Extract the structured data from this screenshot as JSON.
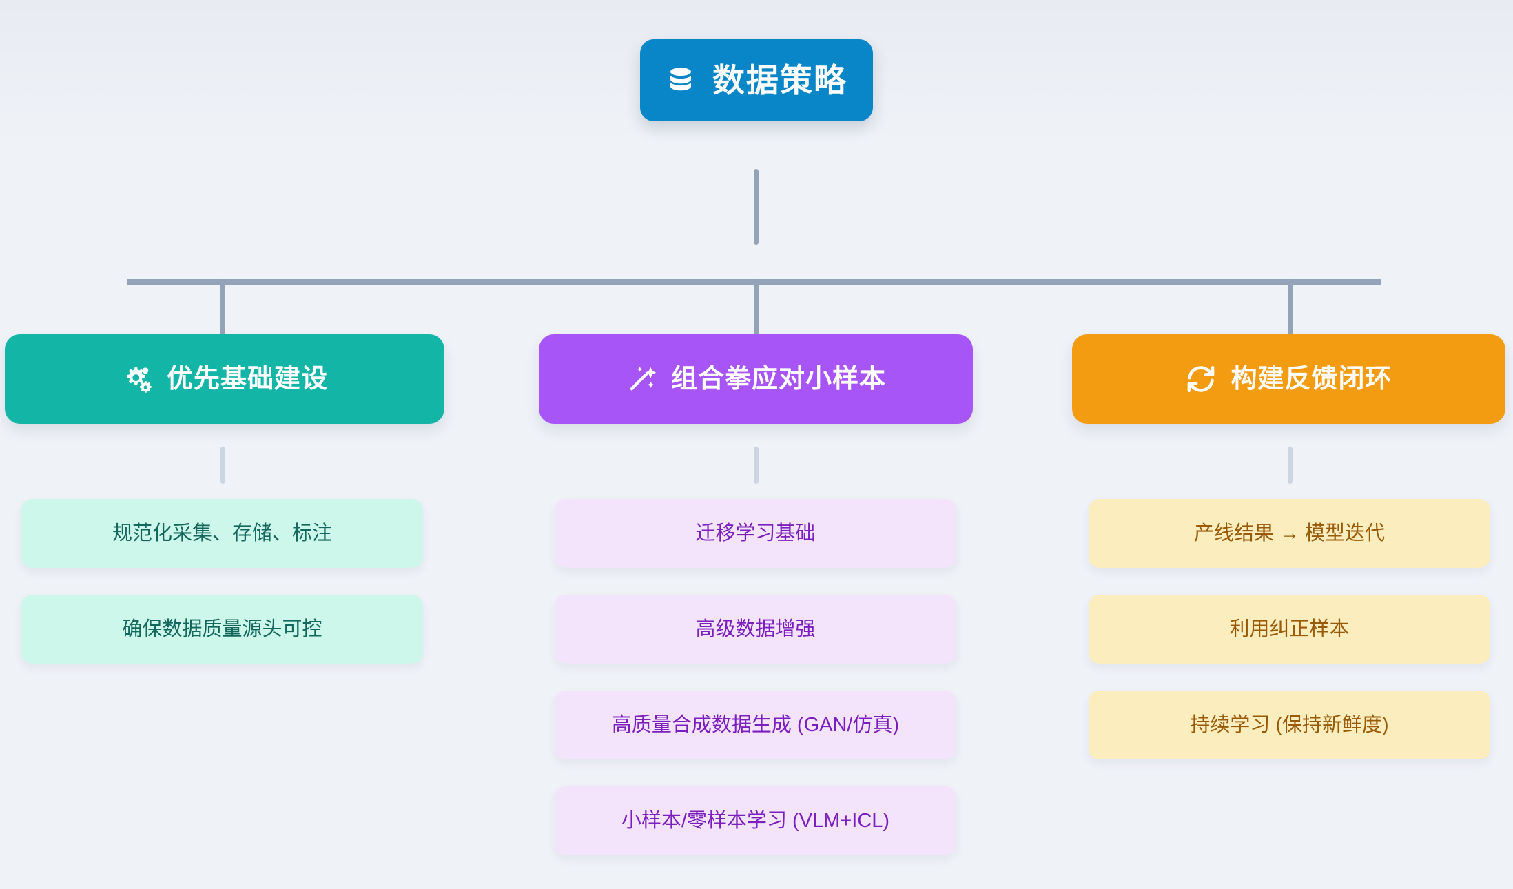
{
  "diagram": {
    "title": "数据策略",
    "background_color": "#eff2f7",
    "connector_color": "#93a3b8",
    "leaf_connector_color": "#ccd6e3"
  },
  "root": {
    "label": "数据策略",
    "icon": "database-icon",
    "color": "#0886c8",
    "text_color": "#ffffff"
  },
  "branches": [
    {
      "label": "优先基础建设",
      "icon": "gears-icon",
      "color": "#13b5a6",
      "text_color": "#ffffff",
      "leaf_bg": "#cdf7ea",
      "leaf_text": "#13675c",
      "leaves": [
        {
          "label": "规范化采集、存储、标注"
        },
        {
          "label": "确保数据质量源头可控"
        }
      ]
    },
    {
      "label": "组合拳应对小样本",
      "icon": "magic-wand-icon",
      "color": "#a855f7",
      "text_color": "#ffffff",
      "leaf_bg": "#f3e3fb",
      "leaf_text": "#7b1fbf",
      "leaves": [
        {
          "label": "迁移学习基础"
        },
        {
          "label": "高级数据增强"
        },
        {
          "label": "高质量合成数据生成 (GAN/仿真)"
        },
        {
          "label": "小样本/零样本学习 (VLM+ICL)"
        }
      ]
    },
    {
      "label": "构建反馈闭环",
      "icon": "sync-refresh-icon",
      "color": "#f39c12",
      "text_color": "#ffffff",
      "leaf_bg": "#fcedbe",
      "leaf_text": "#9a5b08",
      "leaves": [
        {
          "label": "产线结果 → 模型迭代"
        },
        {
          "label": "利用纠正样本"
        },
        {
          "label": "持续学习 (保持新鲜度)"
        }
      ]
    }
  ]
}
